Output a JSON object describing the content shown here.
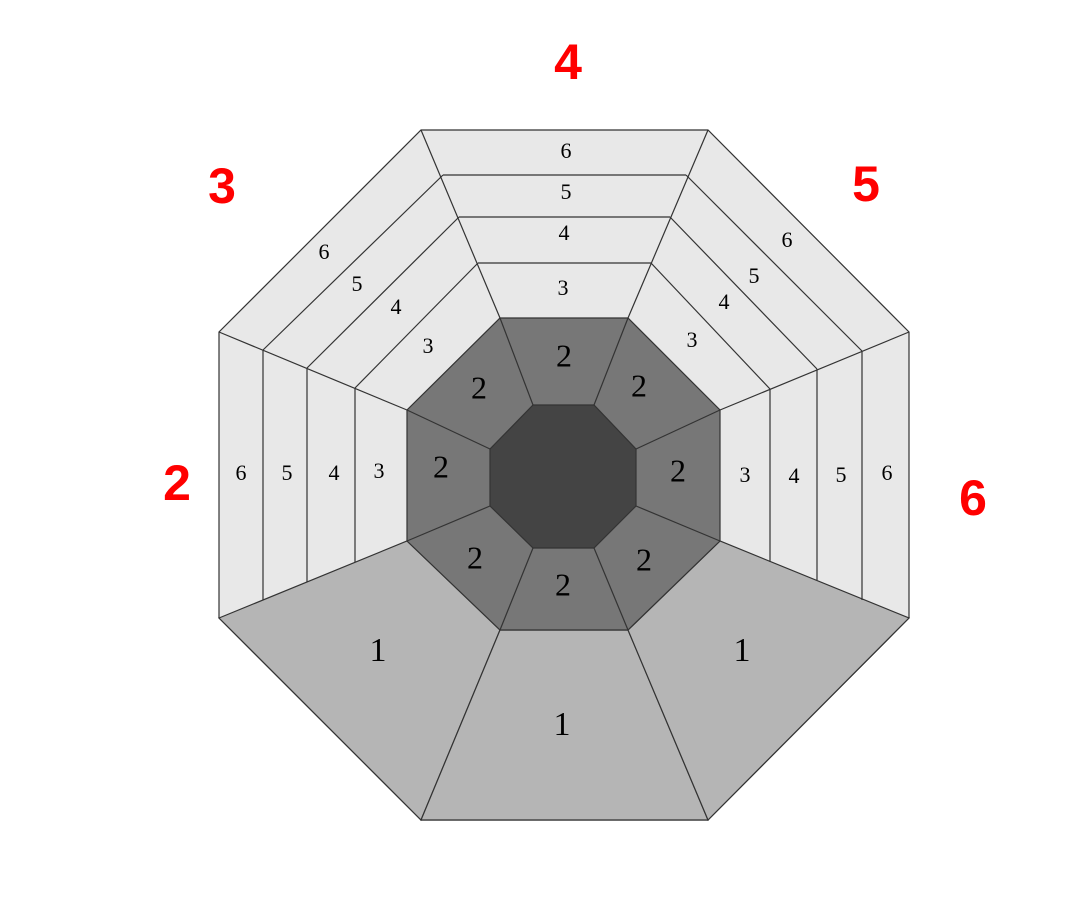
{
  "colors": {
    "outer_label": "#ff0000",
    "light_band": "#e8e8e8",
    "bottom_band": "#b5b5b5",
    "middle_ring": "#777777",
    "center": "#444444",
    "stroke": "#333333"
  },
  "outer_labels": [
    "4",
    "3",
    "5",
    "2",
    "6"
  ],
  "top_band": [
    "6",
    "5",
    "4",
    "3"
  ],
  "upper_left_band": [
    "6",
    "5",
    "4",
    "3"
  ],
  "upper_right_band": [
    "6",
    "5",
    "4",
    "3"
  ],
  "left_band": [
    "6",
    "5",
    "4",
    "3"
  ],
  "right_band": [
    "3",
    "4",
    "5",
    "6"
  ],
  "bottom_band": [
    "1",
    "1",
    "1"
  ],
  "middle_ring": [
    "2",
    "2",
    "2",
    "2",
    "2",
    "2",
    "2",
    "2"
  ]
}
